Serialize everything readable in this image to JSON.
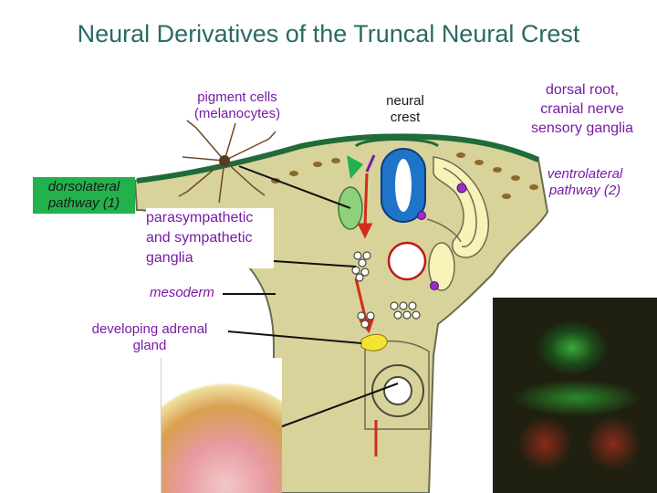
{
  "title": "Neural Derivatives of the Truncal Neural Crest",
  "labels": {
    "pigment_cells": "pigment cells\n(melanocytes)",
    "neural_crest": "neural\ncrest",
    "dorsal_root": "dorsal root,\ncranial nerve\nsensory ganglia",
    "dorsolateral": "dorsolateral\npathway (1)",
    "ventrolateral": "ventrolateral\npathway (2)",
    "parasympathetic_word": "parasympathetic",
    "and_word": "and",
    "sympathetic_word": "sympathetic",
    "ganglia_word": "ganglia",
    "mesoderm": "mesoderm",
    "adrenal": "developing adrenal\ngland"
  },
  "colors": {
    "title": "#2a6a64",
    "purple_text": "#7a1aa6",
    "tissue": "#d8d39a",
    "neural_tube": "#1e74c8",
    "somite_green": "#8fd17a",
    "pathway_green": "#22b14c",
    "arrow_red": "#d42a1a",
    "adrenal_yellow": "#f4e431"
  },
  "icons": [
    "melanocyte-icon",
    "fluorescence-micrograph",
    "adrenal-gland-illustration"
  ]
}
